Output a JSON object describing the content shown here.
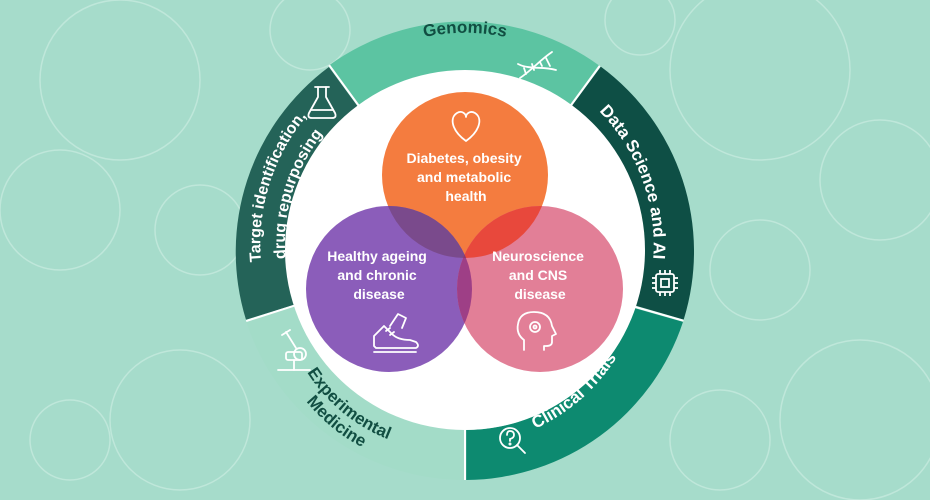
{
  "diagram": {
    "ring_segments": [
      {
        "id": "genomics",
        "label": "Genomics",
        "fill": "#5cc4a2",
        "text_color": "#114e42",
        "icon": "dna-icon"
      },
      {
        "id": "data-science",
        "label": "Data Science and AI",
        "fill": "#0e4f45",
        "text_color": "#ffffff",
        "icon": "chip-icon"
      },
      {
        "id": "clinical-trials",
        "label": "Clinical Trials",
        "fill": "#0d8a70",
        "text_color": "#ffffff",
        "icon": "magnifier-question-icon"
      },
      {
        "id": "experimental-medicine",
        "label_lines": [
          "Experimental",
          "Medicine"
        ],
        "fill": "#a3dcc8",
        "text_color": "#114e42",
        "icon": "microscope-icon"
      },
      {
        "id": "target-identification",
        "label_lines": [
          "Target identification,",
          "drug repurposing"
        ],
        "fill": "#246358",
        "text_color": "#ffffff",
        "icon": "flask-icon"
      }
    ],
    "venn": [
      {
        "id": "diabetes",
        "label_lines": [
          "Diabetes, obesity",
          "and metabolic",
          "health"
        ],
        "fill": "#f47c3f",
        "icon": "heart-icon"
      },
      {
        "id": "ageing",
        "label_lines": [
          "Healthy ageing",
          "and chronic",
          "disease"
        ],
        "fill": "#8b5dba",
        "icon": "sneaker-icon"
      },
      {
        "id": "neuro",
        "label_lines": [
          "Neuroscience",
          "and CNS",
          "disease"
        ],
        "fill": "#e27f97",
        "icon": "head-gear-icon"
      }
    ],
    "colors": {
      "background": "#a6dccb",
      "inner_circle": "#ffffff",
      "overlap_diabetes_ageing": "#7a4a8c",
      "overlap_diabetes_neuro": "#e8483c",
      "overlap_ageing_neuro": "#9e3f86",
      "overlap_center": "#8a3b6e"
    }
  }
}
